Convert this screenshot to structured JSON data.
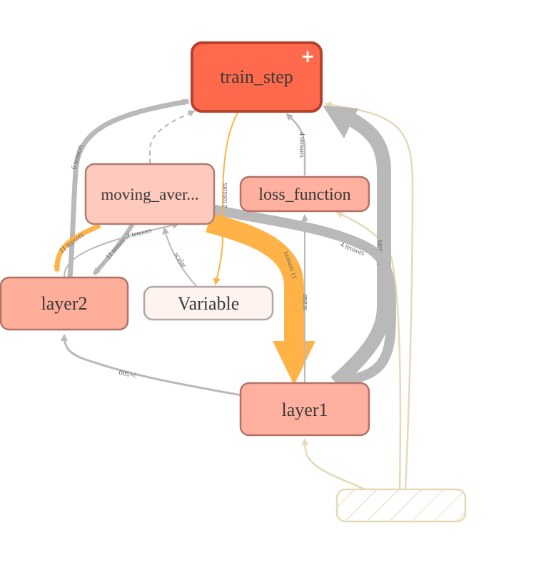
{
  "nodes": {
    "train_step": {
      "label": "train_step",
      "fill": "#ff6a4c",
      "stroke": "#b8412e",
      "expand_icon": "+"
    },
    "moving_average": {
      "label": "moving_aver...",
      "fill": "#ffcabe",
      "stroke": "#b07c72"
    },
    "loss_function": {
      "label": "loss_function",
      "fill": "#ffb09e",
      "stroke": "#b07268"
    },
    "layer2": {
      "label": "layer2",
      "fill": "#ffae9a",
      "stroke": "#b07268"
    },
    "variable": {
      "label": "Variable",
      "fill": "#fff3f0",
      "stroke": "#b0a8a6"
    },
    "layer1": {
      "label": "layer1",
      "fill": "#ffb09e",
      "stroke": "#b07268"
    },
    "input_placeholder": {
      "label": "",
      "fill": "#ffffff",
      "stroke": "#e6d9b8",
      "hatch": "#e6d9b8"
    }
  },
  "edges": {
    "layer2_to_train_step": "6 tensors",
    "moving_average_to_variable": "2 tensors",
    "loss_to_train_step": "4 tensors",
    "moving_average_to_layer2_orange": "11 tensors",
    "moving_average_to_layer2_gray": "11 tensors",
    "layer2_to_moving_average": "2 tensors",
    "variable_to_moving_average": "scalar",
    "moving_average_to_layer1": "11 tensors",
    "layer1_to_loss": "scalar",
    "moving_average_to_layer1_gray": "4 tensors",
    "layer1_to_train_step": "8 tensors",
    "layer1_to_layer2": "?×500"
  },
  "colors": {
    "edge_gray": "#b9b9b9",
    "edge_orange": "#ffb347",
    "edge_tan": "#e6d9b8"
  }
}
